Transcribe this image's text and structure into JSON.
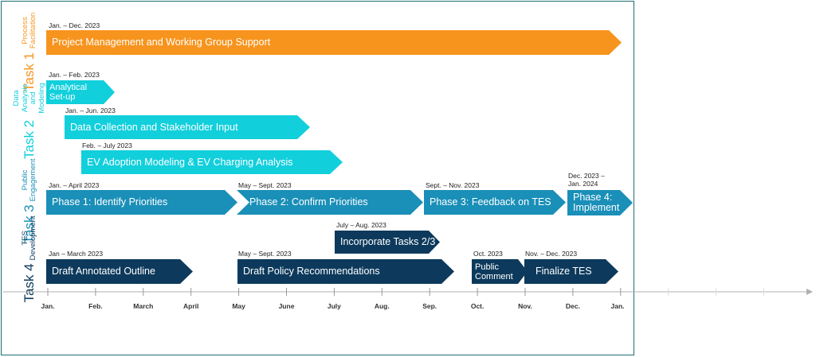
{
  "colors": {
    "task1": "#f7941d",
    "task2": "#12cfdc",
    "task3": "#1a8fb8",
    "task4": "#0d3a5c",
    "axis": "#b0b0b0",
    "frame": "#1f6f73"
  },
  "tasks": [
    {
      "number": "Task 1",
      "label": "Process Facilitation"
    },
    {
      "number": "Task 2",
      "label": "Data Analysis and Modeling"
    },
    {
      "number": "Task 3",
      "label": "Public Engagement"
    },
    {
      "number": "Task 4",
      "label": "TES Development"
    }
  ],
  "bars": [
    {
      "task": 1,
      "date": "Jan. – Dec. 2023",
      "label": "Project Management and Working Group Support"
    },
    {
      "task": 2,
      "date": "Jan. – Feb. 2023",
      "label": "Analytical Set-up"
    },
    {
      "task": 2,
      "date": "Jan. – Jun. 2023",
      "label": "Data Collection and Stakeholder Input"
    },
    {
      "task": 2,
      "date": "Feb. – July 2023",
      "label": "EV Adoption Modeling & EV Charging Analysis"
    },
    {
      "task": 3,
      "date": "Jan. – April 2023",
      "label": "Phase 1: Identify Priorities"
    },
    {
      "task": 3,
      "date": "May – Sept. 2023",
      "label": "Phase 2: Confirm Priorities"
    },
    {
      "task": 3,
      "date": "Sept. – Nov. 2023",
      "label": "Phase 3: Feedback on TES"
    },
    {
      "task": 3,
      "date": "Dec. 2023 – Jan. 2024",
      "label": "Phase 4: Implement"
    },
    {
      "task": 4,
      "date": "July – Aug. 2023",
      "label": "Incorporate Tasks 2/3"
    },
    {
      "task": 4,
      "date": "Jan – March 2023",
      "label": "Draft Annotated Outline"
    },
    {
      "task": 4,
      "date": "May – Sept. 2023",
      "label": "Draft Policy Recommendations"
    },
    {
      "task": 4,
      "date": "Oct. 2023",
      "label": "Public Comment"
    },
    {
      "task": 4,
      "date": "Nov. – Dec. 2023",
      "label": "Finalize TES"
    }
  ],
  "axis": {
    "months": [
      "Jan.",
      "Feb.",
      "March",
      "April",
      "May",
      "June",
      "July",
      "Aug.",
      "Sep.",
      "Oct.",
      "Nov.",
      "Dec.",
      "Jan."
    ]
  }
}
